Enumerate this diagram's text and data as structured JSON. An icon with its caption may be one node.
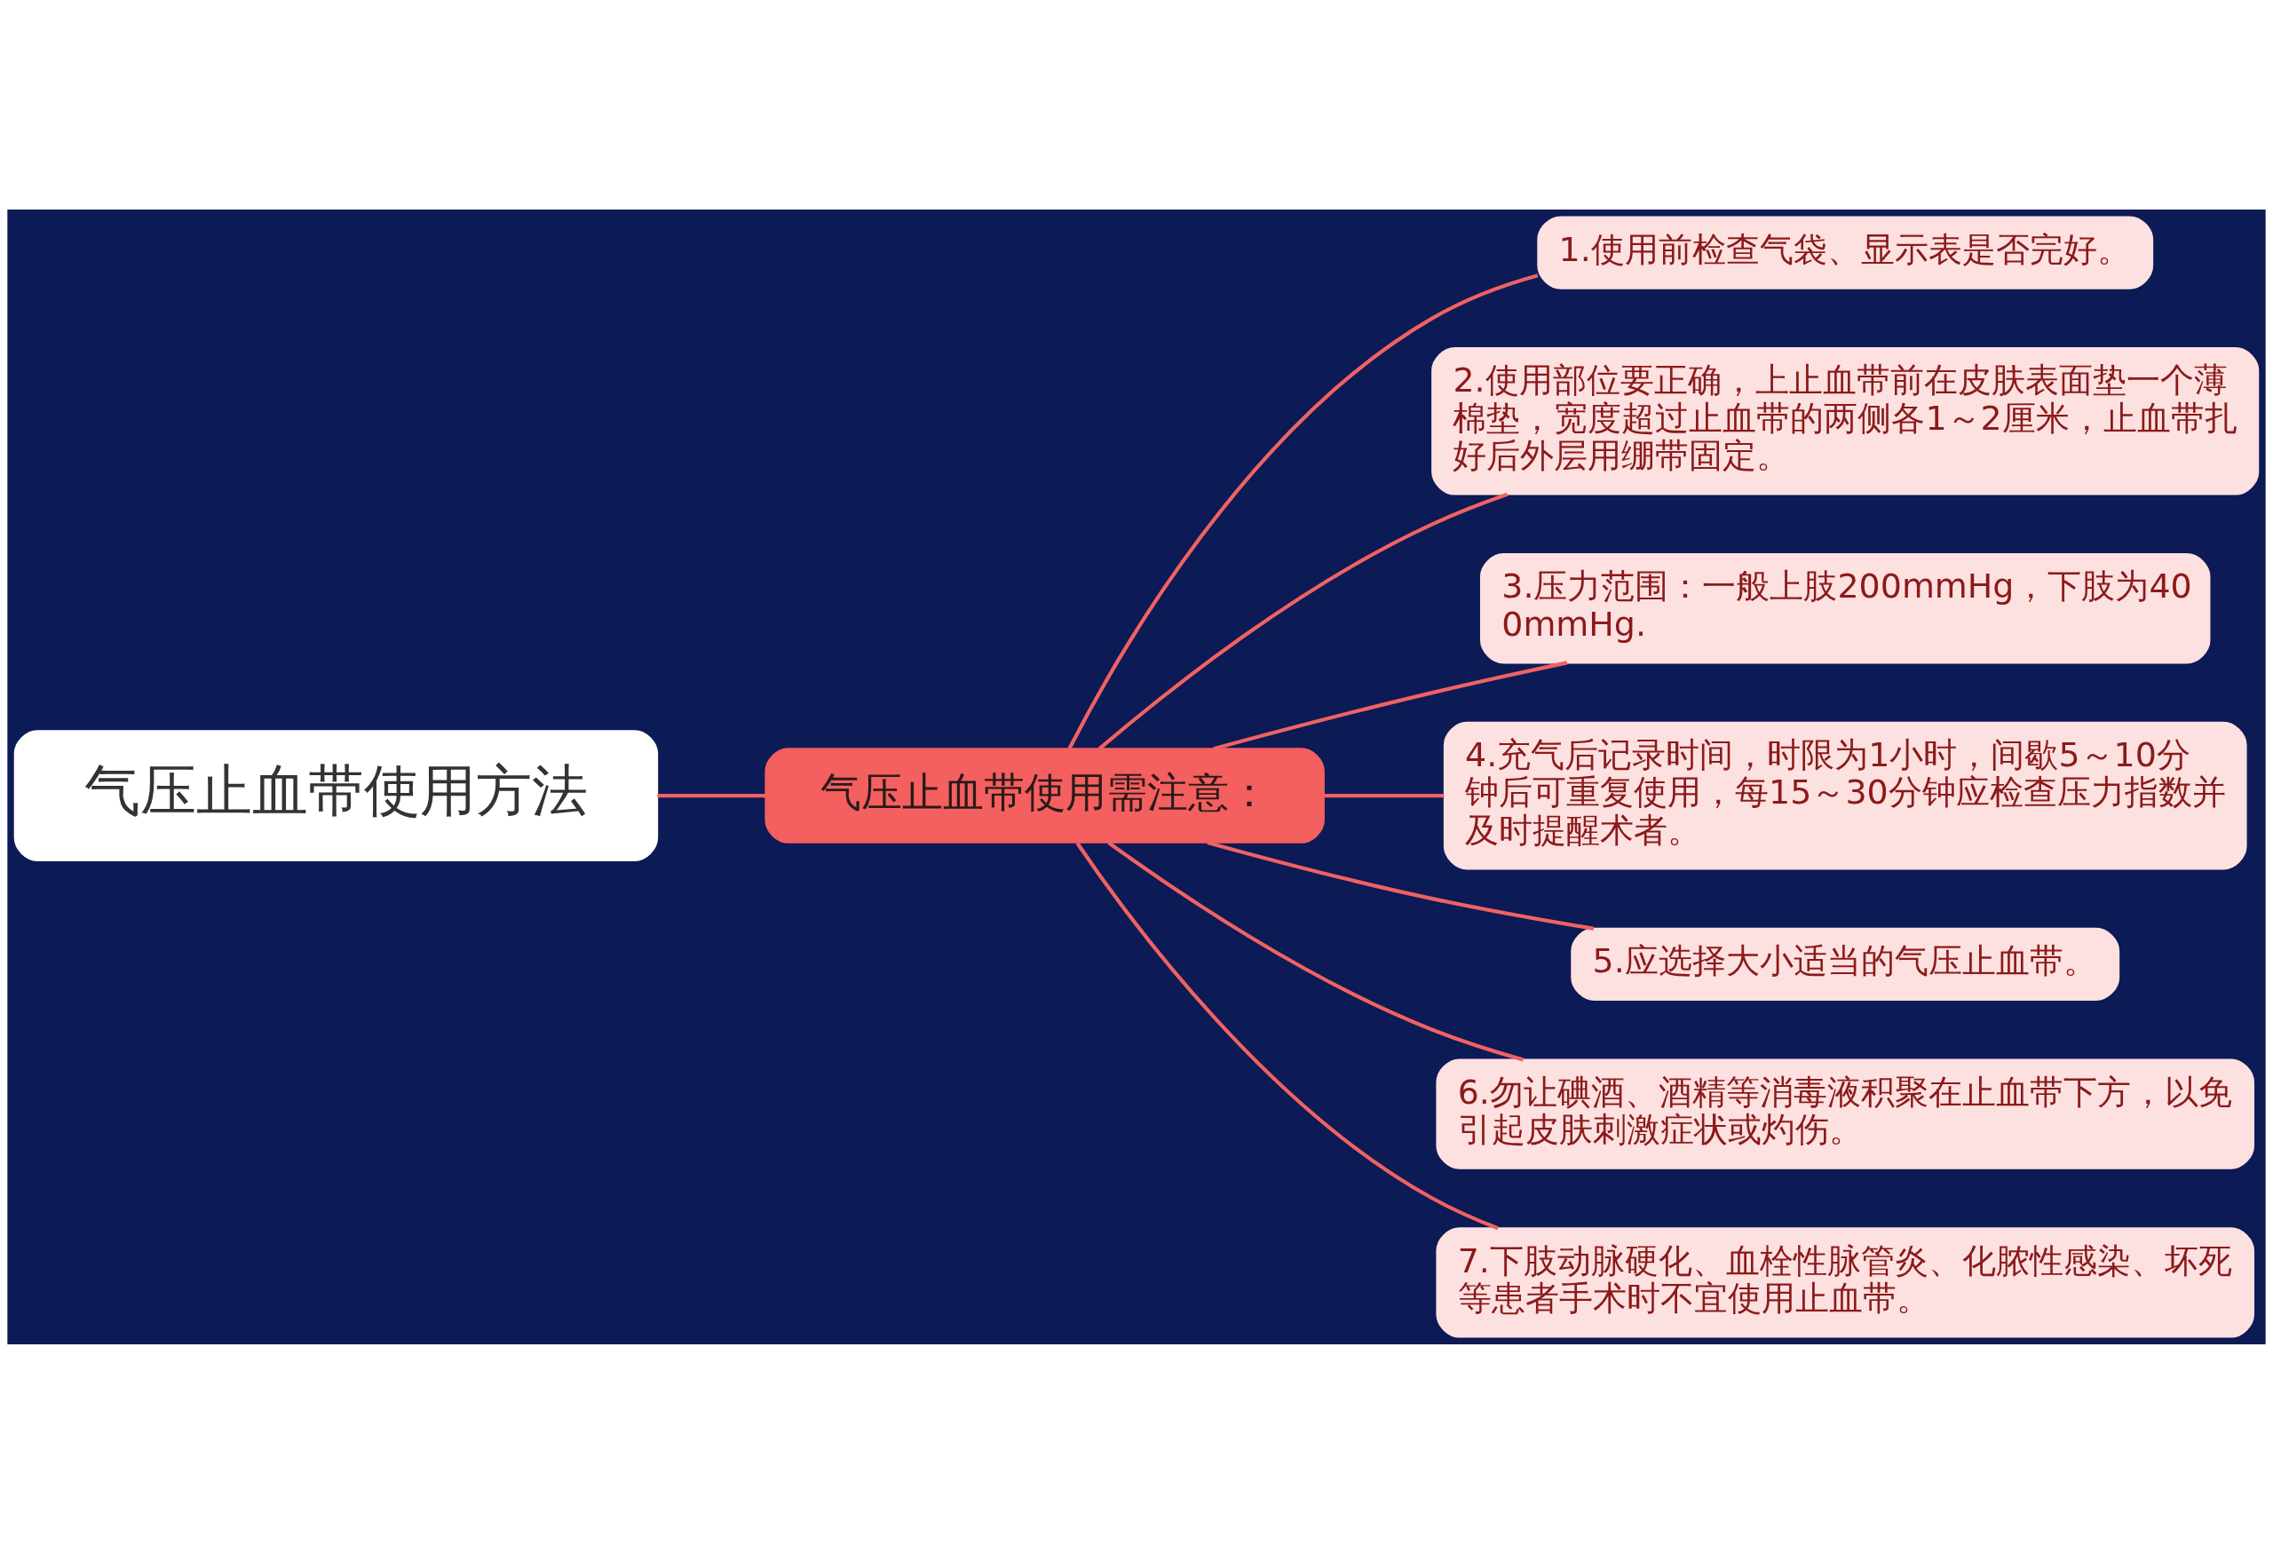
{
  "diagram": {
    "nodes": [
      {
        "text": [
          "气压止血带使用方法"
        ]
      },
      {
        "text": [
          "气压止血带使用需注意："
        ]
      },
      {
        "text": [
          "1.使用前检查气袋、显示表是否完好。"
        ]
      },
      {
        "text": [
          "2.使用部位要正确，上止血带前在皮肤表面垫一个薄棉垫，宽度超过止血带的两侧各1～2厘米，止血带扎好后外层用绷带固定。"
        ]
      },
      {
        "text": [
          "3.压力范围：一般上肢200mmHg，下肢为400mmHg."
        ]
      },
      {
        "text": [
          "4.充气后记录时间，时限为1小时，间歇5～10分钟后可重复使用，每15～30分钟应检查压力指数并及时提醒术者。"
        ]
      },
      {
        "text": [
          "5.应选择大小适当的气压止血带。"
        ]
      },
      {
        "text": [
          "6.勿让碘酒、酒精等消毒液积聚在止血带下方，以免引起皮肤刺激症状或灼伤。"
        ]
      },
      {
        "text": [
          "7.下肢动脉硬化、血栓性脉管炎、化脓性感染、坏死等患者手术时不宜使用止血带。"
        ]
      }
    ],
    "edges": [
      {
        "from": 0,
        "to": 1,
        "arrow": "none"
      },
      {
        "from": 1,
        "to": 2,
        "arrow": "none"
      },
      {
        "from": 1,
        "to": 3,
        "arrow": "none"
      },
      {
        "from": 1,
        "to": 4,
        "arrow": "none"
      },
      {
        "from": 1,
        "to": 5,
        "arrow": "none"
      },
      {
        "from": 1,
        "to": 6,
        "arrow": "none"
      },
      {
        "from": 1,
        "to": 7,
        "arrow": "none"
      },
      {
        "from": 1,
        "to": 8,
        "arrow": "none"
      }
    ]
  }
}
